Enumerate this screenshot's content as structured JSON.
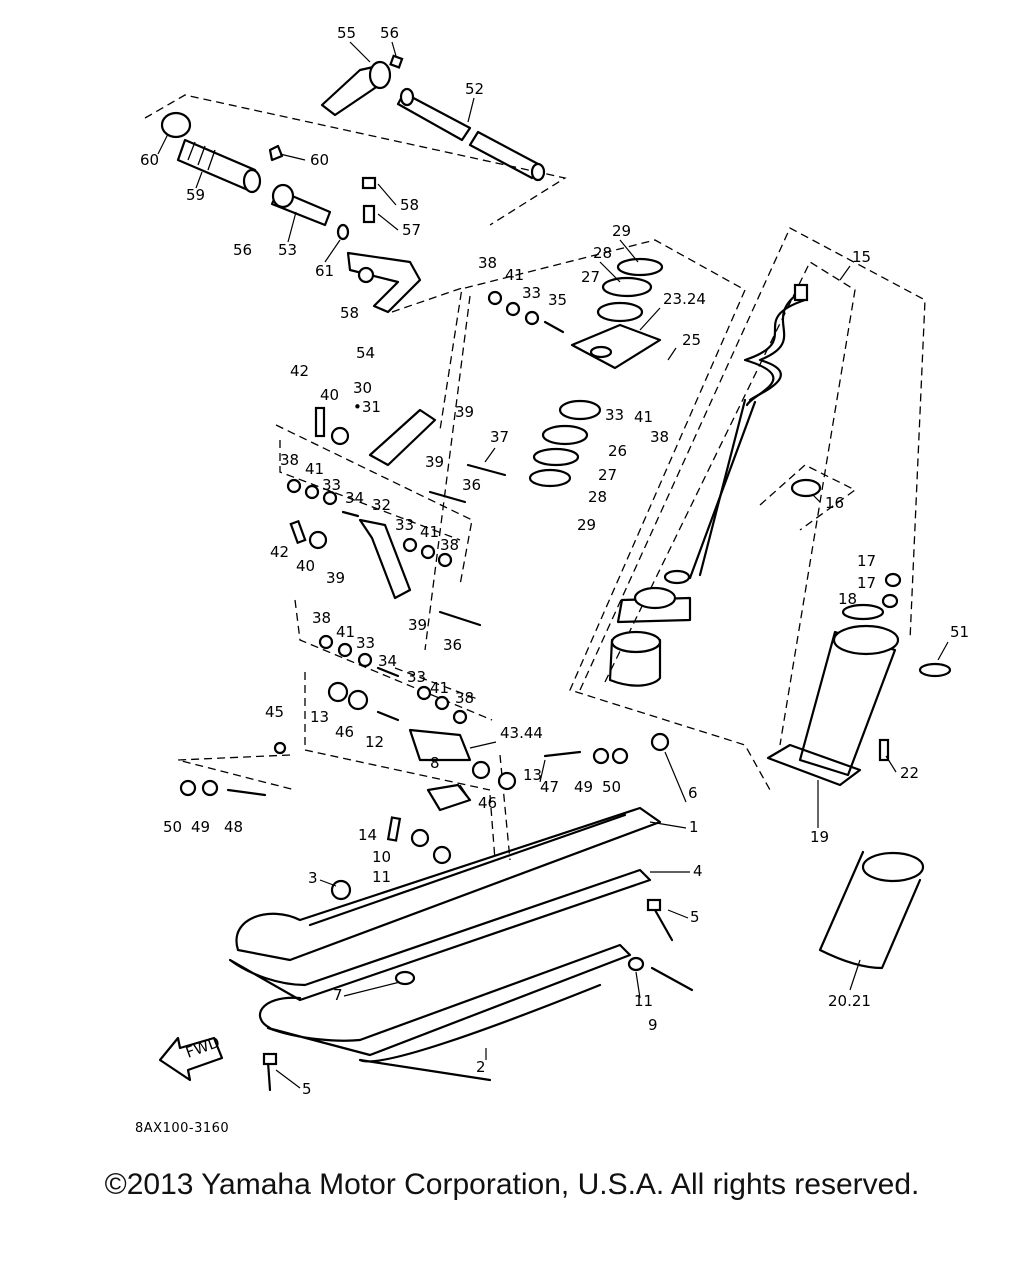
{
  "diagram": {
    "drawing_code": "8AX100-3160",
    "fwd_label": "FWD",
    "part_labels": [
      {
        "id": "55"
      },
      {
        "id": "56"
      },
      {
        "id": "52"
      },
      {
        "id": "60"
      },
      {
        "id": "60"
      },
      {
        "id": "59"
      },
      {
        "id": "58"
      },
      {
        "id": "57"
      },
      {
        "id": "56"
      },
      {
        "id": "53"
      },
      {
        "id": "61"
      },
      {
        "id": "58"
      },
      {
        "id": "54"
      },
      {
        "id": "29"
      },
      {
        "id": "15"
      },
      {
        "id": "28"
      },
      {
        "id": "27"
      },
      {
        "id": "23.24"
      },
      {
        "id": "38"
      },
      {
        "id": "41"
      },
      {
        "id": "33"
      },
      {
        "id": "35"
      },
      {
        "id": "25"
      },
      {
        "id": "42"
      },
      {
        "id": "30"
      },
      {
        "id": "40"
      },
      {
        "id": "•31"
      },
      {
        "id": "39"
      },
      {
        "id": "37"
      },
      {
        "id": "33"
      },
      {
        "id": "41"
      },
      {
        "id": "38"
      },
      {
        "id": "26"
      },
      {
        "id": "27"
      },
      {
        "id": "28"
      },
      {
        "id": "29"
      },
      {
        "id": "38"
      },
      {
        "id": "41"
      },
      {
        "id": "33"
      },
      {
        "id": "34"
      },
      {
        "id": "39"
      },
      {
        "id": "36"
      },
      {
        "id": "32"
      },
      {
        "id": "33"
      },
      {
        "id": "41"
      },
      {
        "id": "38"
      },
      {
        "id": "42"
      },
      {
        "id": "40"
      },
      {
        "id": "39"
      },
      {
        "id": "16"
      },
      {
        "id": "39"
      },
      {
        "id": "36"
      },
      {
        "id": "17"
      },
      {
        "id": "17"
      },
      {
        "id": "18"
      },
      {
        "id": "51"
      },
      {
        "id": "38"
      },
      {
        "id": "41"
      },
      {
        "id": "33"
      },
      {
        "id": "34"
      },
      {
        "id": "33"
      },
      {
        "id": "41"
      },
      {
        "id": "38"
      },
      {
        "id": "45"
      },
      {
        "id": "13"
      },
      {
        "id": "46"
      },
      {
        "id": "12"
      },
      {
        "id": "43.44"
      },
      {
        "id": "22"
      },
      {
        "id": "8"
      },
      {
        "id": "13"
      },
      {
        "id": "47"
      },
      {
        "id": "49"
      },
      {
        "id": "50"
      },
      {
        "id": "6"
      },
      {
        "id": "46"
      },
      {
        "id": "50"
      },
      {
        "id": "49"
      },
      {
        "id": "48"
      },
      {
        "id": "1"
      },
      {
        "id": "19"
      },
      {
        "id": "14"
      },
      {
        "id": "10"
      },
      {
        "id": "11"
      },
      {
        "id": "4"
      },
      {
        "id": "3"
      },
      {
        "id": "5"
      },
      {
        "id": "7"
      },
      {
        "id": "11"
      },
      {
        "id": "9"
      },
      {
        "id": "20.21"
      },
      {
        "id": "2"
      },
      {
        "id": "5"
      }
    ]
  },
  "footer": {
    "copyright": "©2013 Yamaha Motor Corporation, U.S.A. All rights reserved."
  }
}
